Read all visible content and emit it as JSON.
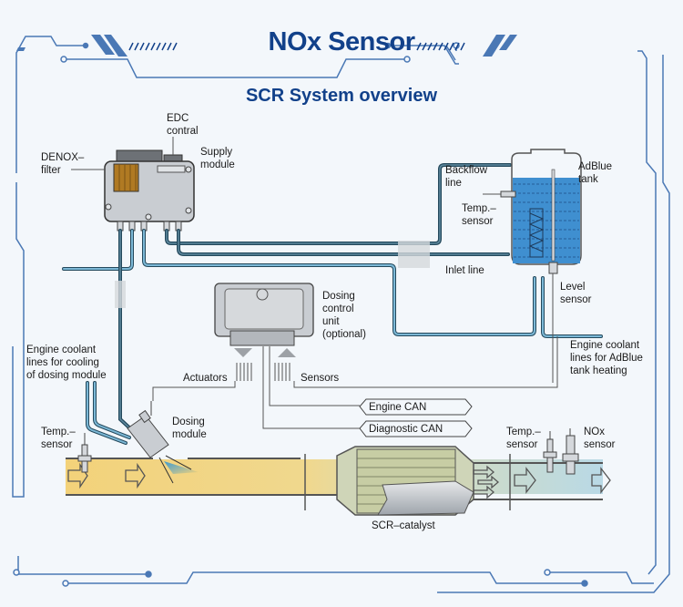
{
  "header": {
    "title": "NOx Sensor",
    "subtitle": "SCR  System overview"
  },
  "colors": {
    "frame_blue": "#4a78b5",
    "title_blue": "#12418a",
    "dark_line": "#24495c",
    "light_line": "#7cb8d6",
    "adblue": "#3f8fd0",
    "exhaust_warm": "#f3d27a",
    "exhaust_cool": "#b9d9e6",
    "module_gray": "#c9cdd2",
    "filter_brown": "#b07a23"
  },
  "labels": {
    "edc": "EDC\ncontral",
    "denox": "DENOX–\nfilter",
    "supply": "Supply\nmodule",
    "backflow": "Backflow\nline",
    "adblue_tank": "AdBlue\ntank",
    "temp_tank": "Temp.–\nsensor",
    "inlet": "Inlet line",
    "level": "Level\nsensor",
    "dosing_control": "Dosing\ncontrol\nunit\n(optional)",
    "coolant_dosing": "Engine coolant\nlines for cooling\nof dosing module",
    "coolant_tank": "Engine coolant\nlines for AdBlue\ntank heating",
    "actuators": "Actuators",
    "sensors": "Sensors",
    "engine_can": "Engine CAN",
    "diagnostic_can": "Diagnostic CAN",
    "temp_left": "Temp.–\nsensor",
    "dosing_module": "Dosing\nmodule",
    "temp_right": "Temp.–\nsensor",
    "nox_sensor": "NOx\nsensor",
    "scr_catalyst": "SCR–catalyst"
  }
}
